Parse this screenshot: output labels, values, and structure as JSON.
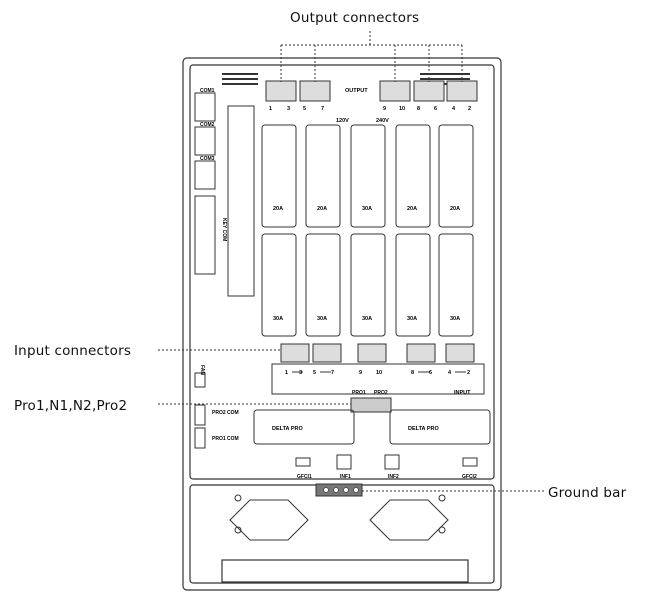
{
  "callouts": {
    "output_connectors": "Output connectors",
    "input_connectors": "Input connectors",
    "pro_terminals": "Pro1,N1,N2,Pro2",
    "ground_bar": "Ground bar"
  },
  "panel": {
    "com_ports": [
      "COM1",
      "COM2",
      "COM3"
    ],
    "key_com": "KEY COM",
    "output_label": "OUTPUT",
    "output_numbers": [
      "1",
      "3",
      "5",
      "7",
      "9",
      "10",
      "8",
      "6",
      "4",
      "2"
    ],
    "voltage_120": "120V",
    "voltage_240": "240V",
    "breaker_top_labels": [
      "20A",
      "20A",
      "30A",
      "20A",
      "20A"
    ],
    "breaker_bottom_labels": [
      "30A",
      "30A",
      "30A",
      "30A",
      "30A"
    ],
    "input_numbers": [
      "1",
      "3",
      "5",
      "7",
      "9",
      "10",
      "8",
      "6",
      "4",
      "2"
    ],
    "input_label": "INPUT",
    "pro1": "PRO1",
    "pro2": "PRO2",
    "fan": "FAN",
    "pro2_com": "PRO2 COM",
    "pro1_com": "PRO1 COM",
    "delta_pro": "DELTA PRO",
    "gfci1": "GFCI1",
    "inf1": "INF1",
    "inf2": "INF2",
    "gfci2": "GFCI2"
  }
}
